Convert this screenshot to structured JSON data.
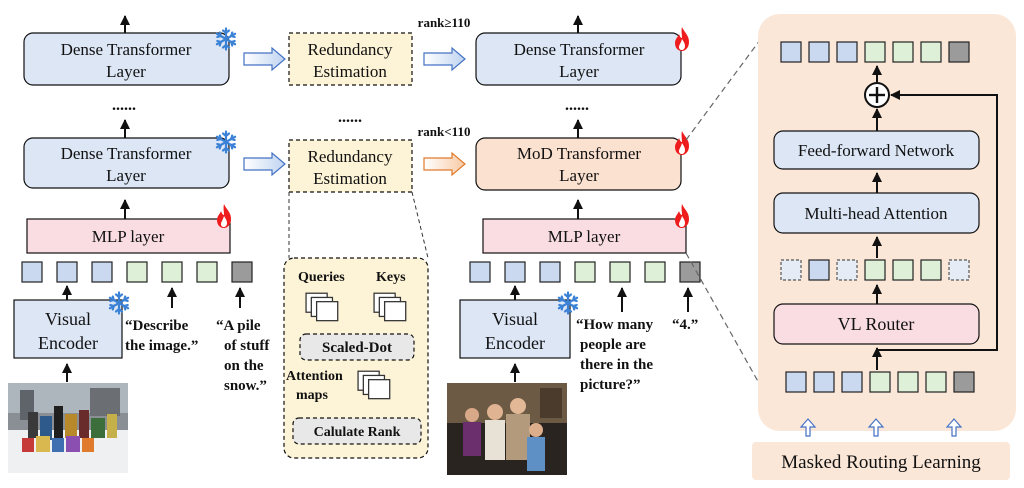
{
  "left": {
    "dense_top": [
      "Dense Transformer",
      "Layer"
    ],
    "dense_bottom": [
      "Dense Transformer",
      "Layer"
    ],
    "dots": "......",
    "mlp": "MLP layer",
    "visual_encoder": [
      "Visual",
      "Encoder"
    ],
    "prompt": [
      "“Describe",
      "the image.”"
    ],
    "answer": [
      "“A pile",
      "of stuff",
      "on the",
      "snow.”"
    ]
  },
  "middle": {
    "redundancy_top": [
      "Redundancy",
      "Estimation"
    ],
    "redundancy_bottom": [
      "Redundancy",
      "Estimation"
    ],
    "dots": "......",
    "rank_high": "rank≥110",
    "rank_low": "rank<110",
    "detail": {
      "queries": "Queries",
      "keys": "Keys",
      "scaled_dot": "Scaled-Dot",
      "attention_maps": [
        "Attention",
        "maps"
      ],
      "calculate_rank": "Calulate Rank"
    }
  },
  "right": {
    "dense_top": [
      "Dense Transformer",
      "Layer"
    ],
    "mod": [
      "MoD Transformer",
      "Layer"
    ],
    "dots": "......",
    "mlp": "MLP layer",
    "visual_encoder": [
      "Visual",
      "Encoder"
    ],
    "prompt": [
      "“How many",
      "people are",
      "there in the",
      "picture?”"
    ],
    "answer": "“4.”"
  },
  "panel": {
    "ffn": "Feed-forward Network",
    "mha": "Multi-head Attention",
    "router": "VL Router",
    "masked": "Masked Routing Learning"
  },
  "colors": {
    "blue_box": "#dce6f5",
    "peach_box": "#fbe1d0",
    "pink_box": "#f9dde3",
    "yellow_box": "#fdf3d6",
    "panel_bg": "#fbe7d8",
    "token_blue": "#cad9ef",
    "token_green": "#dff0d8",
    "token_gray": "#9b9b9b",
    "fire": "#ee1c1c",
    "snow": "#3b82d6"
  }
}
